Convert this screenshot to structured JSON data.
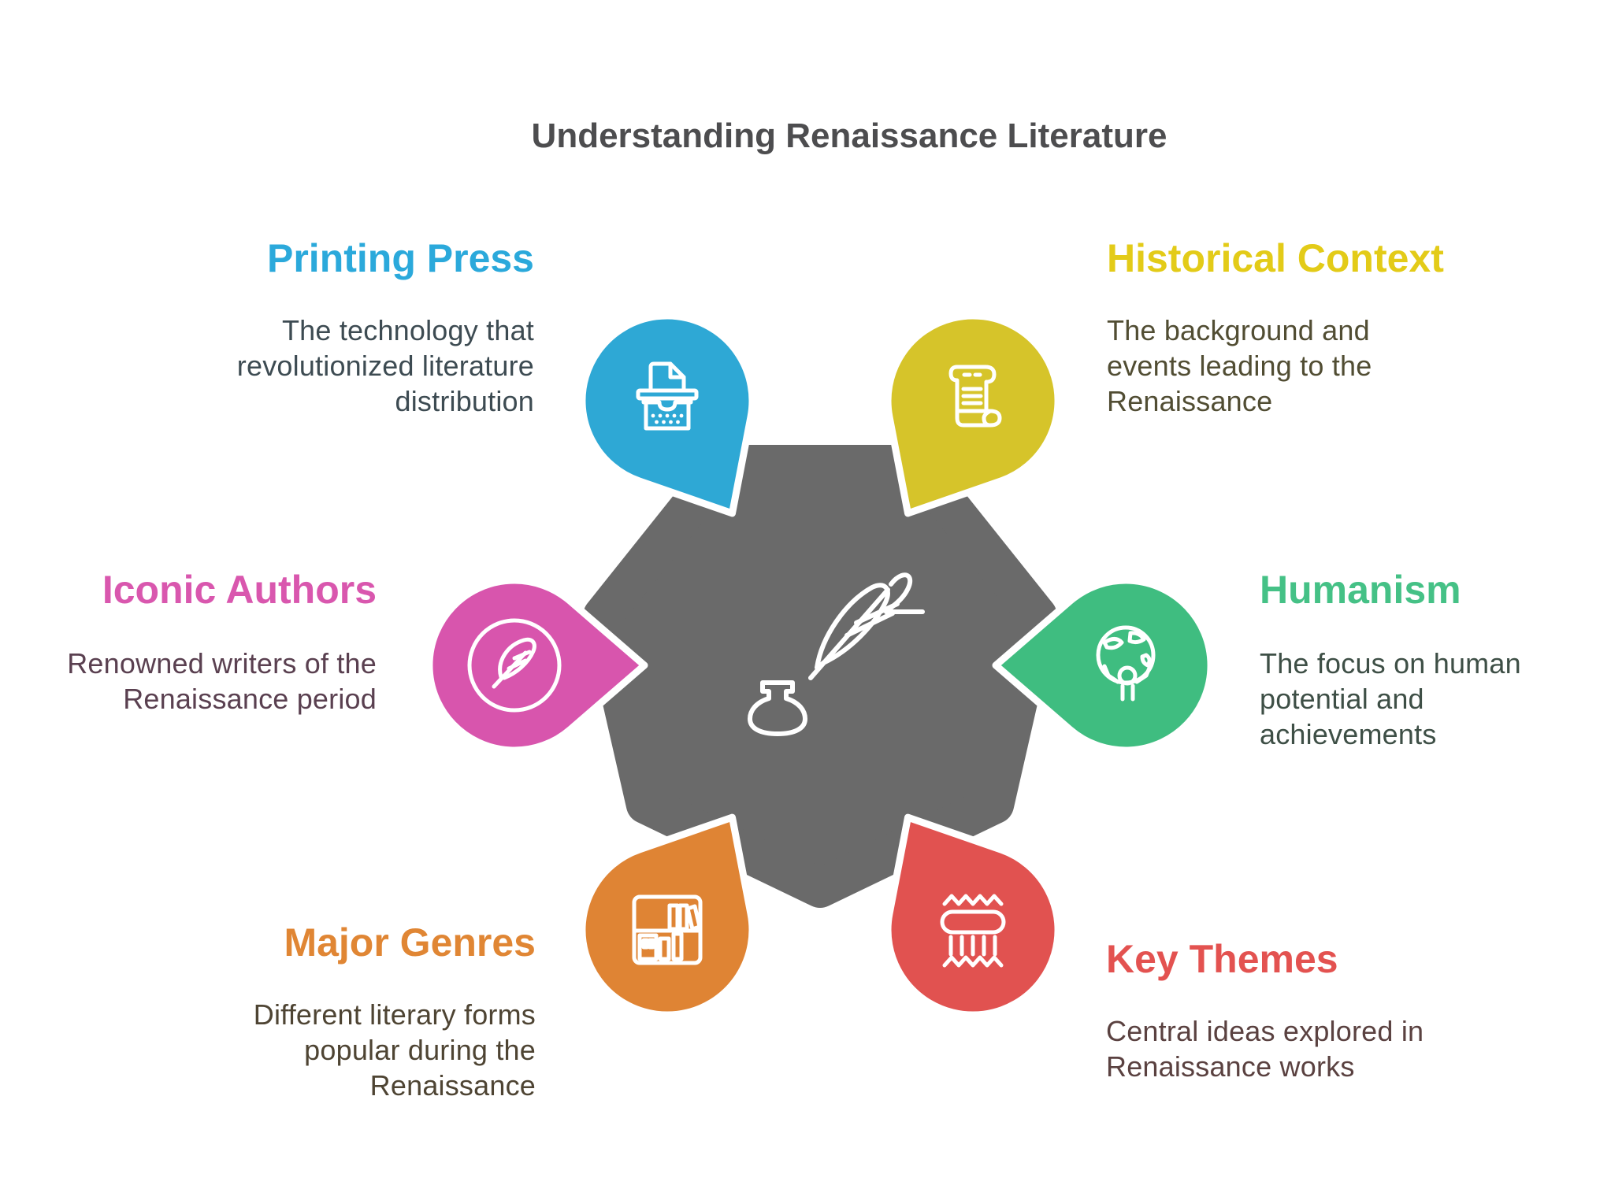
{
  "title": {
    "text": "Understanding Renaissance Literature",
    "color": "#4D4D4F"
  },
  "center": {
    "fill": "#6A6A6A",
    "icon": "quill-inkwell-icon"
  },
  "sections": [
    {
      "id": "printing-press",
      "position": "top-left",
      "label": "Printing Press",
      "description": "The technology that revolutionized literature distribution",
      "heading_color": "#2BA9DB",
      "petal_color": "#2EA8D5",
      "body_color": "#3D4B52",
      "icon": "printing-press-icon"
    },
    {
      "id": "historical-context",
      "position": "top-right",
      "label": "Historical Context",
      "description": "The background and events leading to the Renaissance",
      "heading_color": "#E3CB18",
      "petal_color": "#D6C42A",
      "body_color": "#514D33",
      "icon": "scroll-icon"
    },
    {
      "id": "iconic-authors",
      "position": "middle-left",
      "label": "Iconic Authors",
      "description": "Renowned writers of the Renaissance period",
      "heading_color": "#D957AE",
      "petal_color": "#D855AD",
      "body_color": "#5A4050",
      "icon": "feather-icon"
    },
    {
      "id": "humanism",
      "position": "middle-right",
      "label": "Humanism",
      "description": "The focus on human potential and achievements",
      "heading_color": "#45C186",
      "petal_color": "#3FBD80",
      "body_color": "#3E4F46",
      "icon": "globe-person-icon"
    },
    {
      "id": "major-genres",
      "position": "bottom-left",
      "label": "Major Genres",
      "description": "Different literary forms popular during the Renaissance",
      "heading_color": "#E08634",
      "petal_color": "#DF8434",
      "body_color": "#4E4433",
      "icon": "bookshelf-icon"
    },
    {
      "id": "key-themes",
      "position": "bottom-right",
      "label": "Key Themes",
      "description": "Central ideas explored in Renaissance works",
      "heading_color": "#E35250",
      "petal_color": "#E15250",
      "body_color": "#5A4140",
      "icon": "weave-icon"
    }
  ]
}
